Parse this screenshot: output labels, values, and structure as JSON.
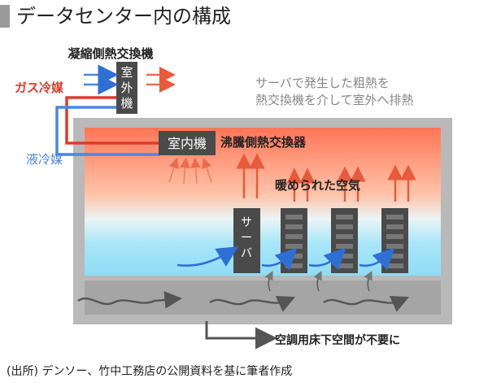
{
  "title": "データセンター内の構成",
  "labels": {
    "condenser_exchanger": "凝縮側熱交換機",
    "outdoor_unit": [
      "室",
      "外",
      "機"
    ],
    "gas_refrigerant": "ガス冷媒",
    "liquid_refrigerant": "液冷媒",
    "note_line1": "サーバで発生した粗熱を",
    "note_line2": "熱交換機を介して室外へ排熱",
    "indoor_unit": "室内機",
    "boiling_exchanger": "沸騰側熱交換器",
    "warmed_air": "暖められた空気",
    "server": [
      "サ",
      "ー",
      "バ"
    ],
    "underfloor_note": "空調用床下空間が不要に"
  },
  "caption": "(出所) デンソー、竹中工務店の公開資料を基に筆者作成",
  "colors": {
    "gas": "#e03a2a",
    "liquid": "#4a86e6",
    "room_wall": "#b9b9b9",
    "warm_top": "#ff7a5a",
    "cool_bottom": "#8fdcf5",
    "unit": "#4a4a4a",
    "air_arrow_hot": "#ef6a4a",
    "air_arrow_cold": "#3b7de0"
  }
}
